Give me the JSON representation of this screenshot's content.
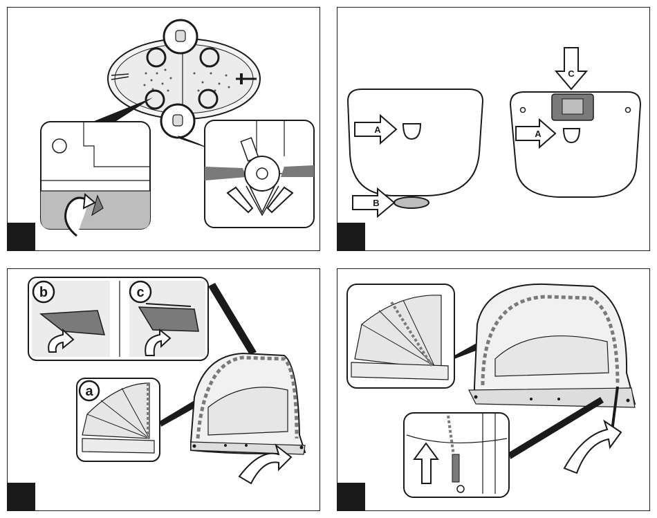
{
  "panels": [
    {
      "id": "panel-1",
      "callouts": []
    },
    {
      "id": "panel-2",
      "callouts": [
        "A",
        "B",
        "A",
        "C"
      ]
    },
    {
      "id": "panel-3",
      "callouts": [
        "b",
        "c",
        "a"
      ]
    },
    {
      "id": "panel-4",
      "callouts": []
    }
  ],
  "labels": {
    "a": "a",
    "b": "b",
    "c": "c",
    "A": "A",
    "B": "B",
    "C": "C"
  },
  "colors": {
    "ink": "#1a1a1a",
    "fabric": "#e6e6e6",
    "shade": "#bdbdbd",
    "dark_shade": "#7a7a7a",
    "paper": "#ffffff"
  },
  "icons": [
    "arrow-right-icon",
    "arrow-down-icon",
    "curved-arrow-icon",
    "magnifier-callout-icon"
  ]
}
